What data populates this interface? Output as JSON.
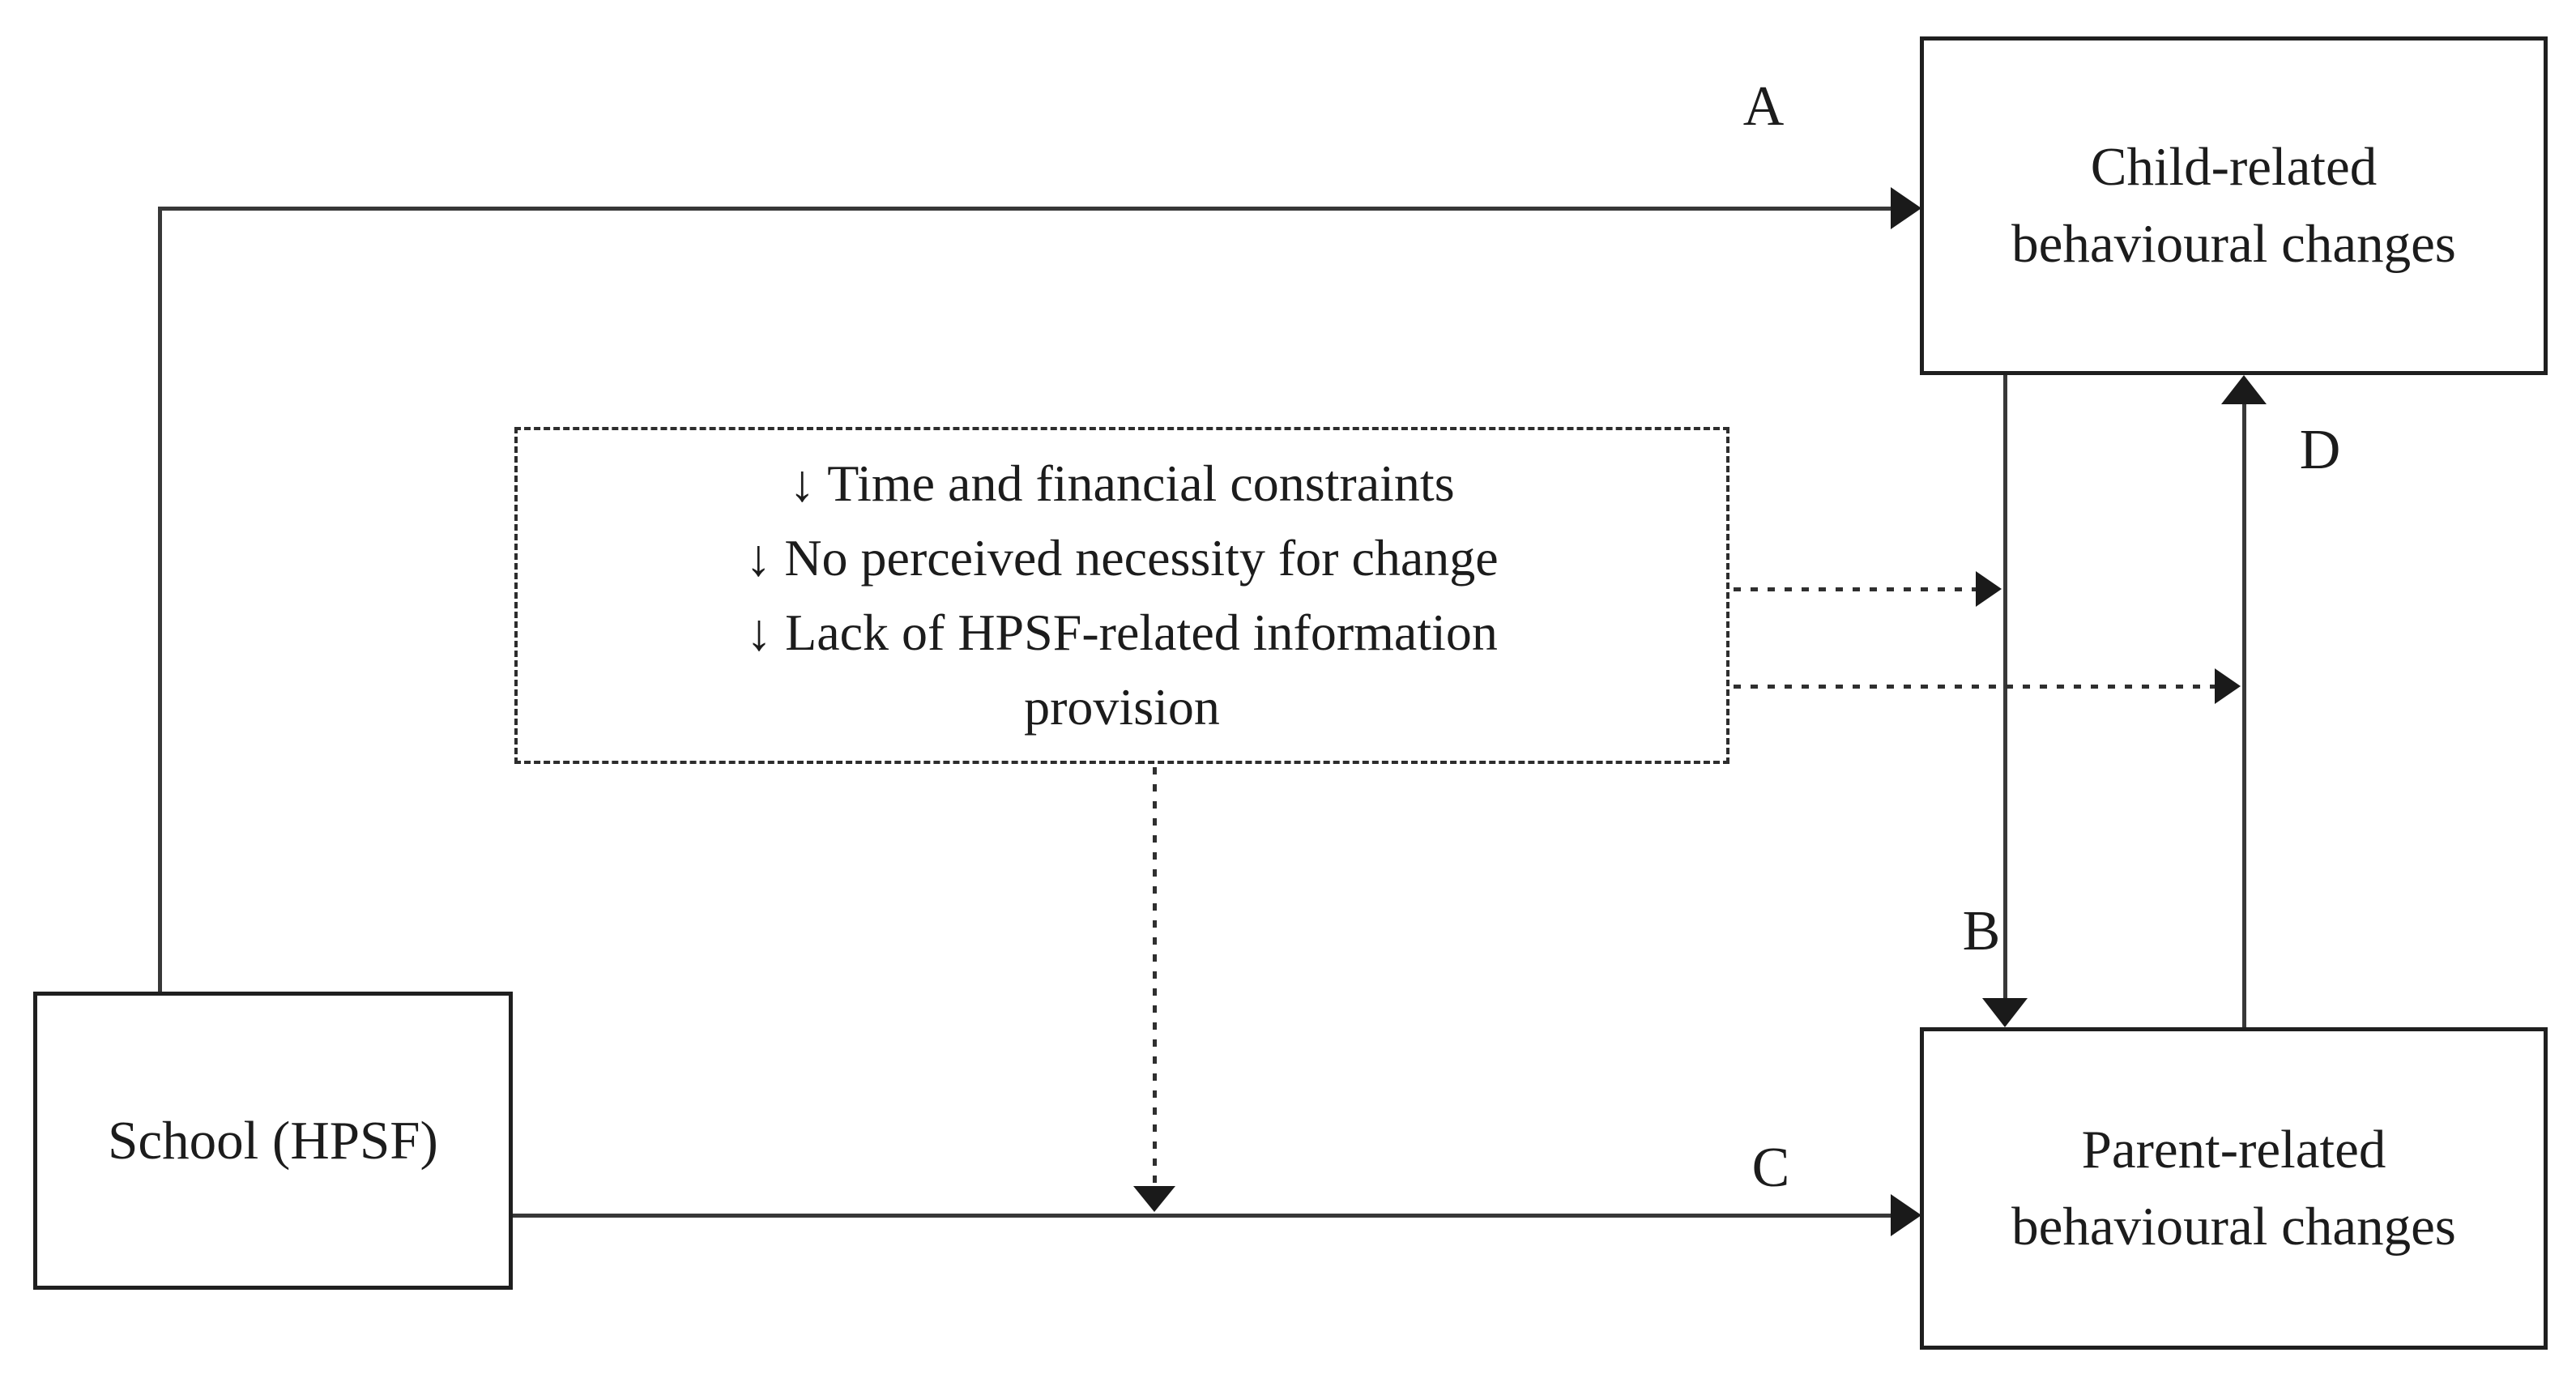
{
  "boxes": {
    "school": {
      "label": "School (HPSF)"
    },
    "child": {
      "lines": [
        "Child-related",
        "behavioural changes"
      ]
    },
    "parent": {
      "lines": [
        "Parent-related",
        "behavioural changes"
      ]
    }
  },
  "moderators": {
    "lines": [
      "↓ Time and financial constraints",
      "↓ No perceived necessity for change",
      "↓ Lack of HPSF-related information",
      "provision"
    ]
  },
  "path_labels": {
    "a": "A",
    "b": "B",
    "c": "C",
    "d": "D"
  },
  "colors": {
    "line": "#383838",
    "box_border": "#1f1f1f",
    "text": "#1c1c1c",
    "background": "#ffffff"
  }
}
